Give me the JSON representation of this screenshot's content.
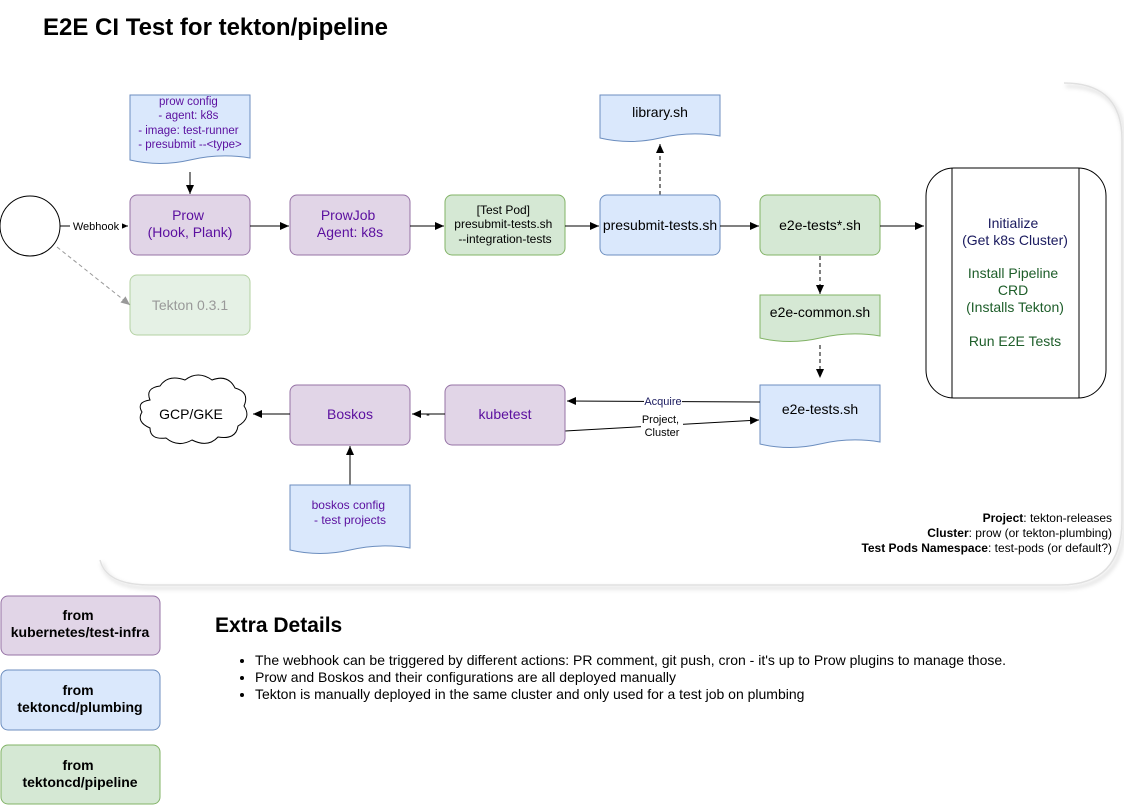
{
  "title": "E2E CI Test for tekton/pipeline",
  "colors": {
    "purple_fill": "#e1d5e7",
    "purple_stroke": "#9673a6",
    "purple_text": "#5b0f9f",
    "blue_fill": "#dae8fc",
    "blue_stroke": "#6c8ebf",
    "blue_text": "#1a1a5e",
    "green_fill": "#d5e8d4",
    "green_stroke": "#82b366",
    "green_text": "#1e5e2a",
    "faded_text": "#999999"
  },
  "nodes": {
    "trigger_circle": "",
    "webhook_label": "Webhook",
    "prow": [
      "Prow",
      "(Hook, Plank)"
    ],
    "prowjob": [
      "ProwJob",
      "Agent: k8s"
    ],
    "test_pod": [
      "[Test Pod]",
      "presubmit-tests.sh",
      "--integration-tests"
    ],
    "presubmit": "presubmit-tests.sh",
    "e2e_tests_star": "e2e-tests*.sh",
    "library": "library.sh",
    "prow_config": [
      "prow config",
      "- agent: k8s",
      "- image: test-runner",
      "- presubmit --<type>"
    ],
    "tekton": "Tekton 0.3.1",
    "e2e_common": "e2e-common.sh",
    "e2e_tests": "e2e-tests.sh",
    "kubetest": "kubetest",
    "boskos": "Boskos",
    "gcp": "GCP/GKE",
    "boskos_config": [
      "boskos config",
      "- test projects"
    ],
    "acquire_label": "Acquire",
    "project_cluster_label": [
      "Project,",
      "Cluster"
    ],
    "dash_label": "-",
    "process": {
      "initialize": [
        "Initialize",
        "(Get k8s Cluster)"
      ],
      "install": [
        "Install Pipeline",
        "CRD",
        "(Installs Tekton)"
      ],
      "run": "Run E2E Tests"
    }
  },
  "info": {
    "project_label": "Project",
    "project_value": ": tekton-releases",
    "cluster_label": "Cluster",
    "cluster_value": ": prow (or tekton-plumbing)",
    "namespace_label": "Test Pods Namespace",
    "namespace_value": ": test-pods (or default?)"
  },
  "legend": [
    {
      "line1": "from",
      "line2": "kubernetes/test-infra",
      "color": "purple"
    },
    {
      "line1": "from",
      "line2": "tektoncd/plumbing",
      "color": "blue"
    },
    {
      "line1": "from",
      "line2": "tektoncd/pipeline",
      "color": "green"
    }
  ],
  "extra": {
    "heading": "Extra Details",
    "items": [
      "The webhook can be triggered by different actions: PR comment, git push, cron - it's up to Prow plugins to manage those.",
      "Prow and Boskos and their configurations are all deployed manually",
      "Tekton is manually deployed in the same cluster and only used for a test job on plumbing"
    ]
  }
}
